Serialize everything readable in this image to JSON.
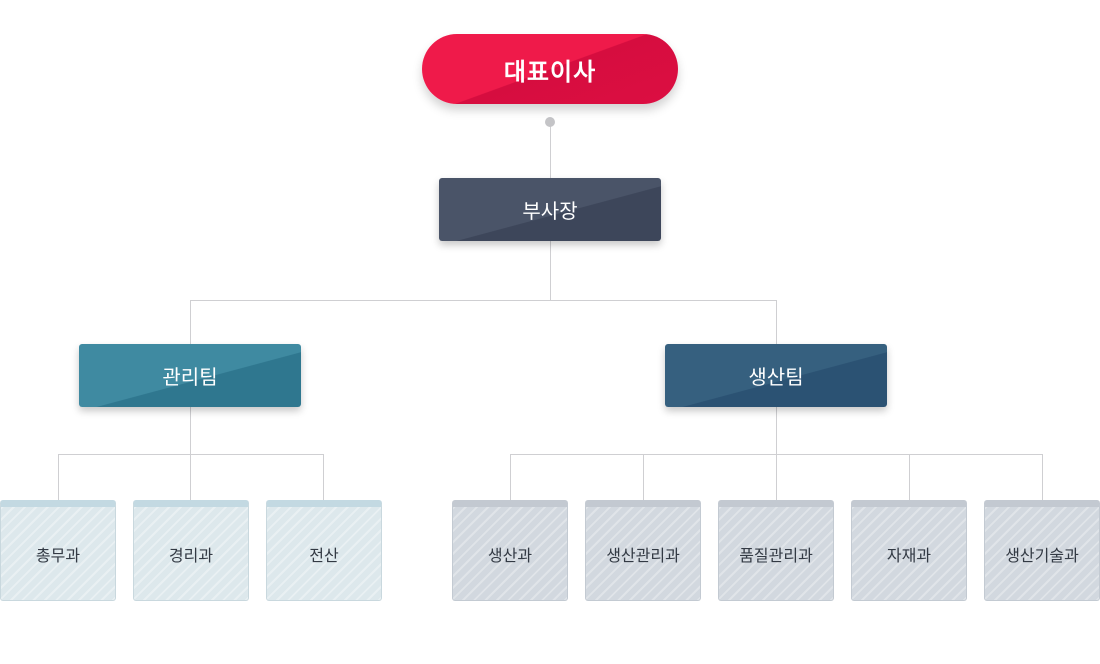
{
  "ceo": {
    "label": "대표이사"
  },
  "vice_president": {
    "label": "부사장"
  },
  "teams": [
    {
      "label": "관리팀",
      "sections": [
        "총무과",
        "경리과",
        "전산"
      ]
    },
    {
      "label": "생산팀",
      "sections": [
        "생산과",
        "생산관리과",
        "품질관리과",
        "자재과",
        "생산기술과"
      ]
    }
  ],
  "colors": {
    "ceo": "#e8103f",
    "vice_president": "#444d61",
    "management_team": "#3884a0",
    "production_team": "#305a7a",
    "management_section": "#dde8ec",
    "production_section": "#d2d8df",
    "connector": "#cfcfd2"
  }
}
